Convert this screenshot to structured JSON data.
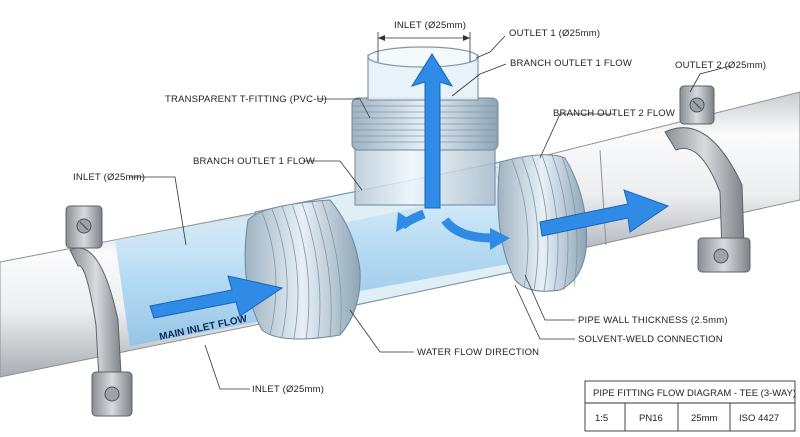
{
  "labels": {
    "inlet_top": "INLET (Ø25mm)",
    "outlet1": "OUTLET 1 (Ø25mm)",
    "branch_outlet1_top": "BRANCH OUTLET 1 FLOW",
    "outlet2": "OUTLET 2 (Ø25mm)",
    "transparent_fitting": "TRANSPARENT T-FITTING (PVC-U)",
    "branch_outlet2": "BRANCH OUTLET 2 FLOW",
    "branch_outlet1_left": "BRANCH OUTLET 1 FLOW",
    "inlet_left": "INLET (Ø25mm)",
    "main_inlet_flow": "MAIN INLET FLOW",
    "wall_thickness": "PIPE WALL THICKNESS (2.5mm)",
    "solvent_weld": "SOLVENT-WELD CONNECTION",
    "water_flow": "WATER FLOW DIRECTION",
    "inlet_bottom": "INLET (Ø25mm)"
  },
  "title_block": {
    "title": "PIPE FITTING FLOW DIAGRAM - TEE (3-WAY)",
    "scale": "1:5",
    "pressure": "PN16",
    "size": "25mm",
    "standard": "ISO 4427"
  },
  "colors": {
    "arrow": "#2f8be6",
    "arrow_edge": "#1665b8",
    "pipe": "#eef0f2",
    "water": "#bfe0f5"
  }
}
